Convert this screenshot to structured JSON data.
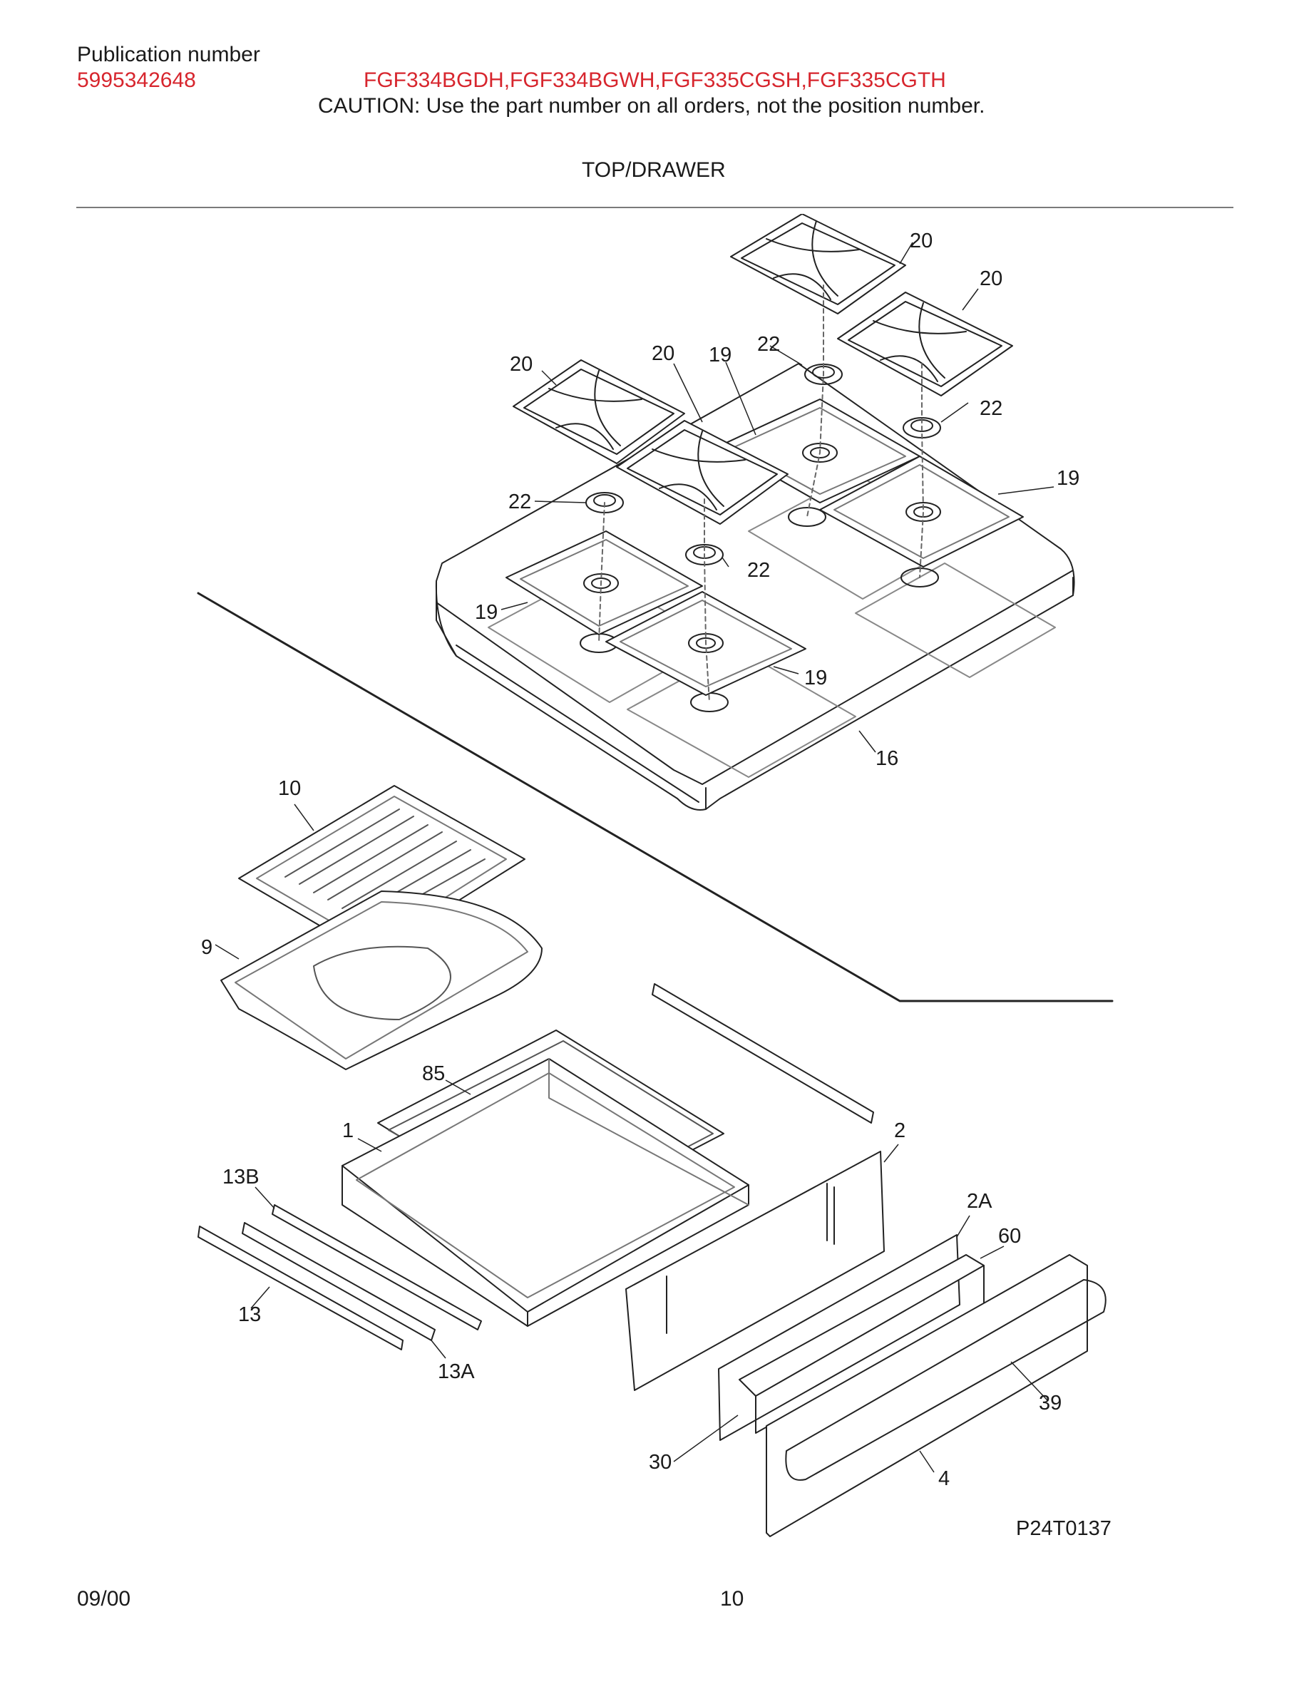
{
  "header": {
    "publication_label": "Publication number",
    "publication_number": "5995342648",
    "models": "FGF334BGDH,FGF334BGWH,FGF335CGSH,FGF335CGTH",
    "caution": "CAUTION:  Use the part number on all orders, not the position number.",
    "section_title": "TOP/DRAWER"
  },
  "diagram": {
    "drawing_number": "P24T0137",
    "callouts": {
      "c20a": "20",
      "c20b": "20",
      "c20c": "20",
      "c20d": "20",
      "c19a": "19",
      "c19b": "19",
      "c19c": "19",
      "c19d": "19",
      "c22a": "22",
      "c22b": "22",
      "c22c": "22",
      "c22d": "22",
      "c16": "16",
      "c10": "10",
      "c9": "9",
      "c85": "85",
      "c1": "1",
      "c2": "2",
      "c2A": "2A",
      "c60": "60",
      "c13B": "13B",
      "c13": "13",
      "c13A": "13A",
      "c30": "30",
      "c39": "39",
      "c4": "4"
    }
  },
  "footer": {
    "date": "09/00",
    "page": "10"
  },
  "colors": {
    "accent_red": "#d7262e",
    "rule": "#7a7a7a"
  }
}
